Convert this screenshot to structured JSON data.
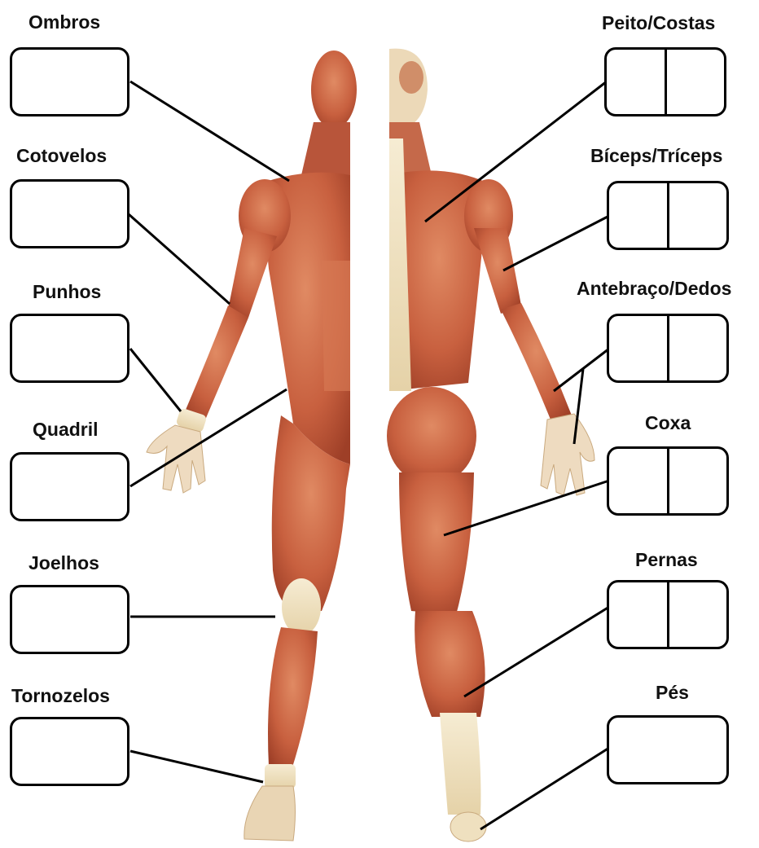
{
  "left_labels": [
    {
      "text": "Ombros"
    },
    {
      "text": "Cotovelos"
    },
    {
      "text": "Punhos"
    },
    {
      "text": "Quadril"
    },
    {
      "text": "Joelhos"
    },
    {
      "text": "Tornozelos"
    }
  ],
  "right_labels": [
    {
      "text": "Peito/Costas"
    },
    {
      "text": "Bíceps/Tríceps"
    },
    {
      "text": "Antebraço/Dedos"
    },
    {
      "text": "Coxa"
    },
    {
      "text": "Pernas"
    },
    {
      "text": "Pés"
    }
  ],
  "colors": {
    "muscle": "#c8603f",
    "muscle_dark": "#9e3f27",
    "tendon": "#efe0bf",
    "line": "#000000"
  }
}
